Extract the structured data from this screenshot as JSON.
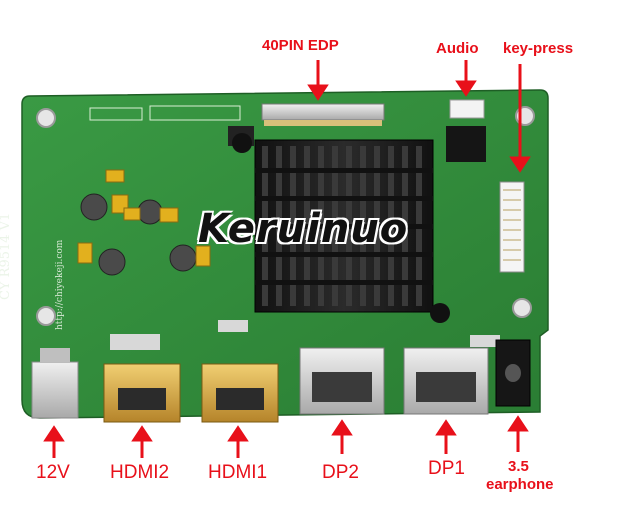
{
  "labels": {
    "edp": "40PIN EDP",
    "audio": "Audio",
    "keypress": "key-press",
    "v12": "12V",
    "hdmi2": "HDMI2",
    "hdmi1": "HDMI1",
    "dp2": "DP2",
    "dp1": "DP1",
    "earphone_line1": "3.5",
    "earphone_line2": "earphone"
  },
  "brand_watermark": "Keruinuo",
  "board_silkscreen": "CY R9514 V1",
  "board_url": "http://chiyekeji.com",
  "colors": {
    "pcb": "#2f8a3a",
    "label": "#e8101a",
    "heatsink": "#1c1c1c",
    "gold": "#d4a33a",
    "metal": "#cfcfcf"
  }
}
